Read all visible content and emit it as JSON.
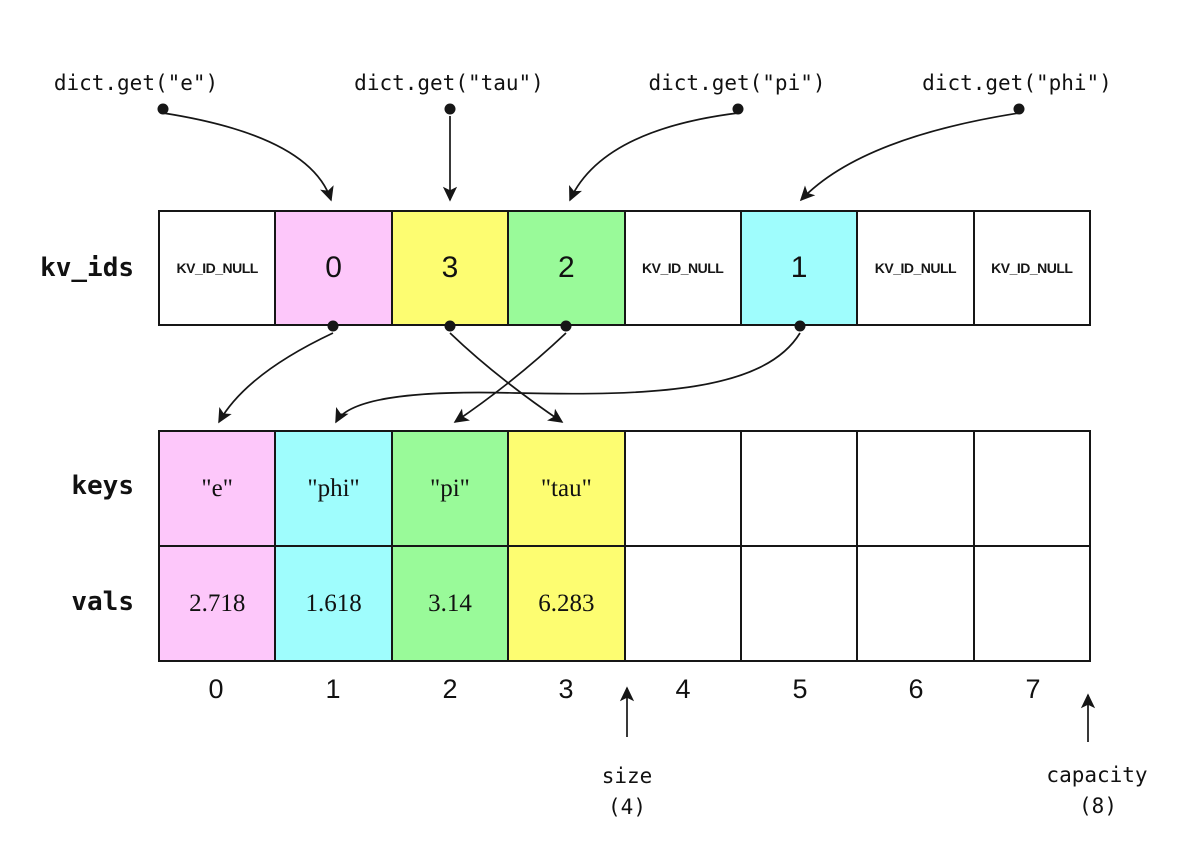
{
  "title": "hash table internals diagram",
  "colors": {
    "pink": "#fdc7fa",
    "yellow": "#fdfd71",
    "green": "#99fa99",
    "cyan": "#9ffdfd",
    "white": "#ffffff",
    "line": "#161616"
  },
  "calls": [
    {
      "label": "dict.get(\"e\")"
    },
    {
      "label": "dict.get(\"tau\")"
    },
    {
      "label": "dict.get(\"pi\")"
    },
    {
      "label": "dict.get(\"phi\")"
    }
  ],
  "kv_ids": {
    "label": "kv_ids",
    "cells": [
      {
        "text": "KV_ID_NULL",
        "color": "#ffffff"
      },
      {
        "text": "0",
        "color": "#fdc7fa"
      },
      {
        "text": "3",
        "color": "#fdfd71"
      },
      {
        "text": "2",
        "color": "#99fa99"
      },
      {
        "text": "KV_ID_NULL",
        "color": "#ffffff"
      },
      {
        "text": "1",
        "color": "#9ffdfd"
      },
      {
        "text": "KV_ID_NULL",
        "color": "#ffffff"
      },
      {
        "text": "KV_ID_NULL",
        "color": "#ffffff"
      }
    ]
  },
  "keys": {
    "label": "keys",
    "cells": [
      {
        "text": "\"e\"",
        "color": "#fdc7fa"
      },
      {
        "text": "\"phi\"",
        "color": "#9ffdfd"
      },
      {
        "text": "\"pi\"",
        "color": "#99fa99"
      },
      {
        "text": "\"tau\"",
        "color": "#fdfd71"
      },
      {
        "text": "",
        "color": "#ffffff"
      },
      {
        "text": "",
        "color": "#ffffff"
      },
      {
        "text": "",
        "color": "#ffffff"
      },
      {
        "text": "",
        "color": "#ffffff"
      }
    ]
  },
  "vals": {
    "label": "vals",
    "cells": [
      {
        "text": "2.718",
        "color": "#fdc7fa"
      },
      {
        "text": "1.618",
        "color": "#9ffdfd"
      },
      {
        "text": "3.14",
        "color": "#99fa99"
      },
      {
        "text": "6.283",
        "color": "#fdfd71"
      },
      {
        "text": "",
        "color": "#ffffff"
      },
      {
        "text": "",
        "color": "#ffffff"
      },
      {
        "text": "",
        "color": "#ffffff"
      },
      {
        "text": "",
        "color": "#ffffff"
      }
    ]
  },
  "indices": [
    "0",
    "1",
    "2",
    "3",
    "4",
    "5",
    "6",
    "7"
  ],
  "size": {
    "label": "size",
    "value": "(4)"
  },
  "capacity": {
    "label": "capacity",
    "value": "(8)"
  },
  "probe_links": [
    {
      "call": "dict.get(\"e\")",
      "kv_ids_slot": 1
    },
    {
      "call": "dict.get(\"tau\")",
      "kv_ids_slot": 2
    },
    {
      "call": "dict.get(\"pi\")",
      "kv_ids_slot": 3
    },
    {
      "call": "dict.get(\"phi\")",
      "kv_ids_slot": 5
    }
  ],
  "id_links": [
    {
      "kv_ids_slot": 1,
      "entry_index": 0
    },
    {
      "kv_ids_slot": 2,
      "entry_index": 3
    },
    {
      "kv_ids_slot": 3,
      "entry_index": 2
    },
    {
      "kv_ids_slot": 5,
      "entry_index": 1
    }
  ]
}
